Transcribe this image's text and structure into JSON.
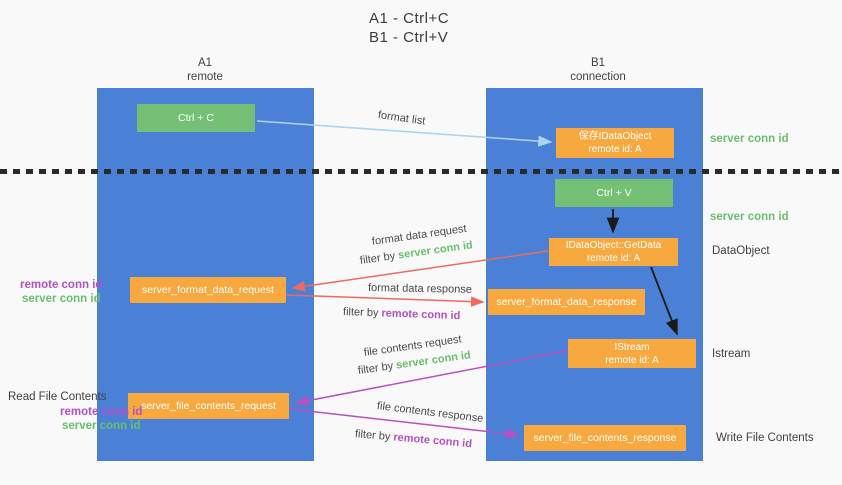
{
  "title": {
    "line1": "A1 - Ctrl+C",
    "line2": "B1 - Ctrl+V"
  },
  "lanes": {
    "a1": {
      "name": "A1",
      "role": "remote"
    },
    "b1": {
      "name": "B1",
      "role": "connection"
    }
  },
  "nodes": {
    "ctrl_c": {
      "label": "Ctrl + C"
    },
    "save_idataobject": {
      "line1": "保存IDataObject",
      "line2": "remote id: A"
    },
    "ctrl_v": {
      "label": "Ctrl + V"
    },
    "getdata": {
      "line1": "IDataObject::GetData",
      "line2": "remote id: A"
    },
    "format_request": {
      "label": "server_format_data_request"
    },
    "format_response": {
      "label": "server_format_data_response"
    },
    "istream": {
      "line1": "IStream",
      "line2": "remote id: A"
    },
    "file_request": {
      "label": "server_file_contents_request"
    },
    "file_response": {
      "label": "server_file_contents_response"
    }
  },
  "edge_labels": {
    "format_list": "format list",
    "format_data_request": "format data request",
    "format_data_response": "format data response",
    "file_contents_request": "file contents request",
    "file_contents_response": "file contents response",
    "filter_by": "filter by",
    "server_conn_id": "server conn id",
    "remote_conn_id": "remote conn id"
  },
  "side_labels": {
    "server_conn_id_right_1": "server conn id",
    "server_conn_id_right_2": "server conn id",
    "dataobject": "DataObject",
    "istream": "Istream",
    "write_file_contents": "Write File Contents",
    "read_file_contents": "Read File Contents",
    "remote_conn_id_left_1": "remote conn id",
    "server_conn_id_left_1": "server conn id",
    "remote_conn_id_left_2": "remote conn id",
    "server_conn_id_left_2": "server conn id"
  },
  "colors": {
    "lane_blue": "#4a80d5",
    "box_green": "#74c175",
    "box_orange": "#f7a83e",
    "arrow_light_blue": "#aad4f0",
    "arrow_red": "#ee6a5f",
    "arrow_magenta": "#bb4ec5",
    "arrow_black": "#1a1a1a",
    "text_green": "#6abf6c",
    "text_purple": "#b351c5",
    "divider_black": "#2b2b2b"
  }
}
